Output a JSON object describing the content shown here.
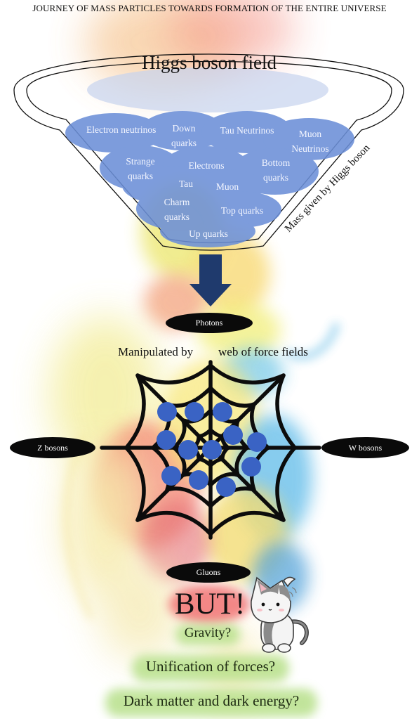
{
  "title": "JOURNEY OF MASS PARTICLES TOWARDS FORMATION OF THE ENTIRE UNIVERSE",
  "funnel": {
    "heading": "Higgs boson field",
    "side_label": "Mass given by Higgs boson",
    "particles": {
      "electron_neutrinos": "Electron neutrinos",
      "down_quarks": "Down quarks",
      "tau_neutrinos": "Tau Neutrinos",
      "muon_neutrinos": "Muon Neutrinos",
      "strange_quarks": "Strange quarks",
      "electrons": "Electrons",
      "bottom_quarks": "Bottom quarks",
      "tau": "Tau",
      "muon": "Muon",
      "charm_quarks": "Charm quarks",
      "top_quarks": "Top quarks",
      "up_quarks": "Up quarks"
    }
  },
  "bosons": {
    "photons": "Photons",
    "z_bosons": "Z bosons",
    "w_bosons": "W bosons",
    "gluons": "Gluons"
  },
  "web": {
    "label_left": "Manipulated by",
    "label_right": "web of force fields"
  },
  "questions": {
    "but": "BUT!",
    "gravity": "Gravity?",
    "unification": "Unification of forces?",
    "dark": "Dark matter and dark energy?"
  },
  "colors": {
    "particle_blue": "#6b8fd8",
    "node_blue": "#3a63c4",
    "arrow_navy": "#1f3a6d",
    "but_glow": "#f06b6b",
    "question_glow": "#b7e08a"
  }
}
